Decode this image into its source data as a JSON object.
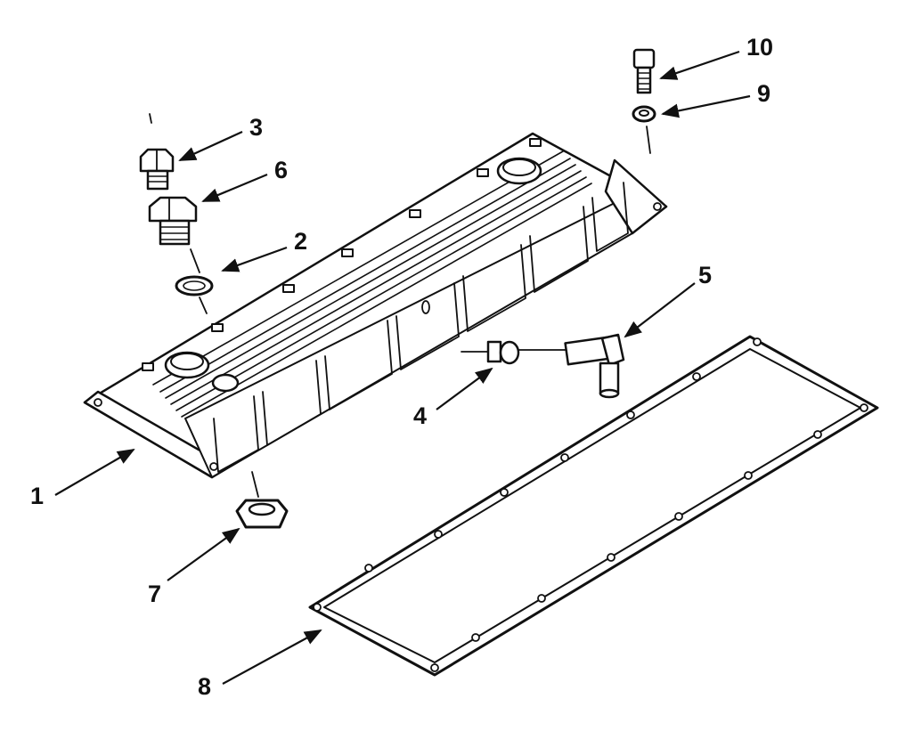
{
  "diagram": {
    "callouts": [
      {
        "id": "c1",
        "label": "1"
      },
      {
        "id": "c2",
        "label": "2"
      },
      {
        "id": "c3",
        "label": "3"
      },
      {
        "id": "c4",
        "label": "4"
      },
      {
        "id": "c5",
        "label": "5"
      },
      {
        "id": "c6",
        "label": "6"
      },
      {
        "id": "c7",
        "label": "7"
      },
      {
        "id": "c8",
        "label": "8"
      },
      {
        "id": "c9",
        "label": "9"
      },
      {
        "id": "c10",
        "label": "10"
      }
    ]
  },
  "colors": {
    "ink": "#111111",
    "paper": "#ffffff"
  }
}
